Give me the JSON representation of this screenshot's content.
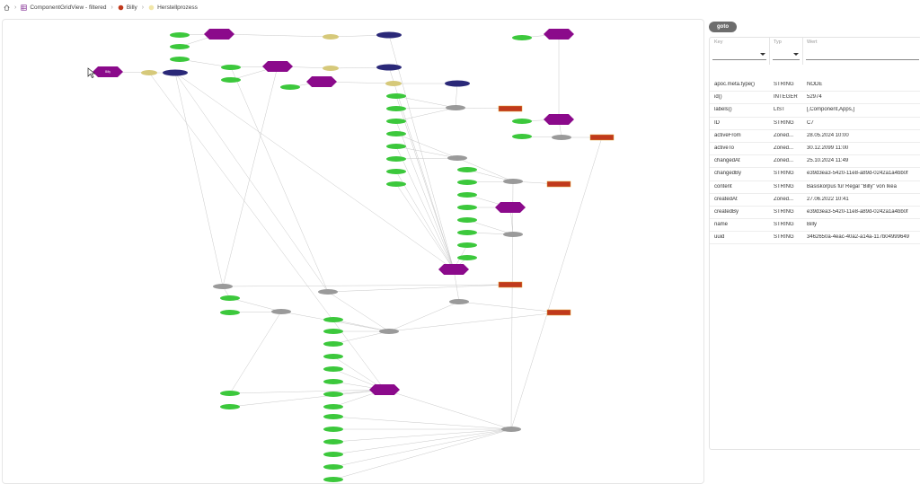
{
  "breadcrumb": {
    "items": [
      {
        "label": "ComponentGridView - filtered",
        "icon": "table-icon"
      },
      {
        "label": "Billy",
        "icon": "component-dot-icon"
      },
      {
        "label": "Herstellprozess",
        "icon": "process-dot-icon"
      }
    ]
  },
  "goto": {
    "label": "goto"
  },
  "properties": {
    "headers": {
      "key": "Key",
      "type": "Typ",
      "value": "Wert"
    },
    "rows": [
      {
        "key": "apoc.meta.type()",
        "type": "STRING",
        "value": "NODE"
      },
      {
        "key": "id()",
        "type": "INTEGER",
        "value": "52974"
      },
      {
        "key": "labels()",
        "type": "LIST",
        "value": "[,Component,Apps,]"
      },
      {
        "key": "ID",
        "type": "STRING",
        "value": "C7"
      },
      {
        "key": "activeFrom",
        "type": "Zoned...",
        "value": "28.05.2024 10:00"
      },
      {
        "key": "activeTo",
        "type": "Zoned...",
        "value": "30.12.2099 11:00"
      },
      {
        "key": "changedAt",
        "type": "Zoned...",
        "value": "25.10.2024 11:49"
      },
      {
        "key": "changedBy",
        "type": "STRING",
        "value": "e39d3ea3-5420-11e8-a89d-0242a1a4bb0f"
      },
      {
        "key": "content",
        "type": "STRING",
        "value": "Basiskorpus für Regal \"Billy\" von Ikea"
      },
      {
        "key": "createdAt",
        "type": "Zoned...",
        "value": "27.06.2022 10:41"
      },
      {
        "key": "createdBy",
        "type": "STRING",
        "value": "e39d3ea3-5420-11e8-a89d-0242a1a4bb0f"
      },
      {
        "key": "name",
        "type": "STRING",
        "value": "Billy"
      },
      {
        "key": "uuid",
        "type": "STRING",
        "value": "3462650a-4eac-40a2-a14a-117b04999649"
      }
    ]
  },
  "graph": {
    "colors": {
      "green": "#3cc83c",
      "purple": "#8b0a8b",
      "navy": "#2a2878",
      "gray": "#9a9a9a",
      "khaki": "#d6c97a",
      "red": "#c0391c",
      "edge": "#c8c8c8"
    },
    "highlight_node": "Billy"
  }
}
